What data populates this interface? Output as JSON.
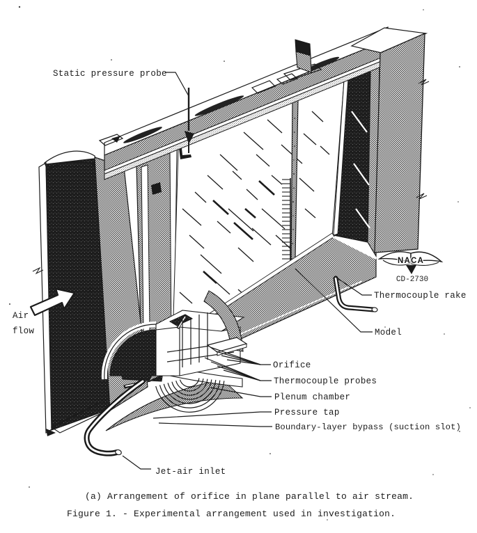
{
  "figure": {
    "callouts": {
      "static_pressure_probe": "Static pressure probe",
      "air_flow_lines": [
        "Air",
        "flow"
      ],
      "thermocouple_rake": "Thermocouple rake",
      "model": "Model",
      "orifice": "Orifice",
      "thermocouple_probes": "Thermocouple probes",
      "plenum_chamber": "Plenum chamber",
      "pressure_tap": "Pressure tap",
      "boundary_layer_bypass": "Boundary-layer bypass (suction slot)",
      "jet_air_inlet": "Jet-air inlet"
    },
    "logo": {
      "org": "NACA",
      "drawing_number": "CD-2730"
    },
    "caption": {
      "subcaption": "(a) Arrangement of orifice in plane parallel to air stream.",
      "title": "Figure 1. - Experimental arrangement used in investigation."
    },
    "colors": {
      "ink": "#1b1b1b",
      "paper": "#ffffff"
    }
  }
}
